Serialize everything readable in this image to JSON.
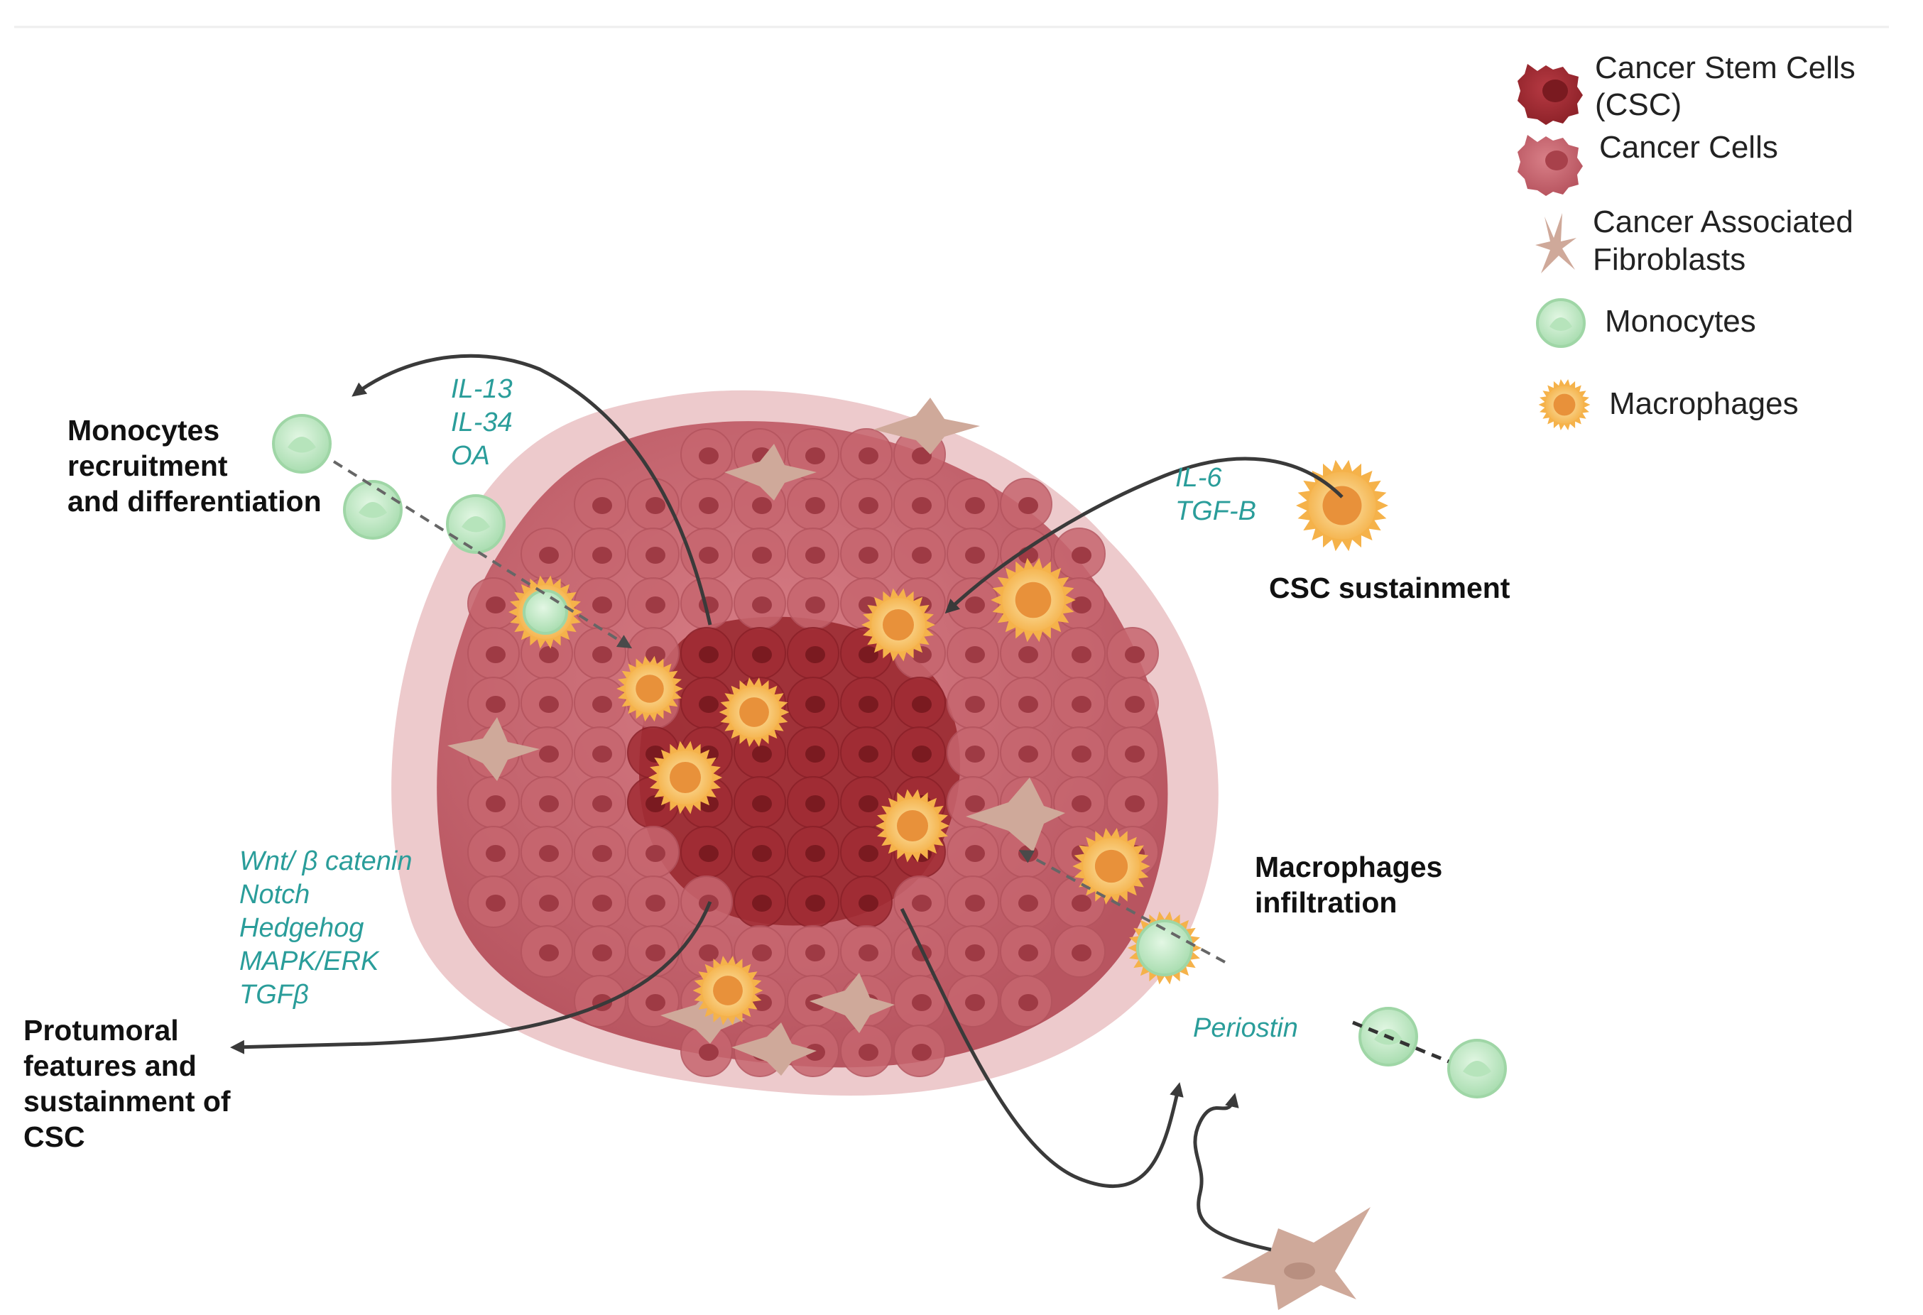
{
  "colors": {
    "csc": "#a8323a",
    "cancer_cell": "#c96a72",
    "fibroblast": "#cfa99a",
    "monocyte": "#c8eccb",
    "macrophage": "#f5b24a",
    "molecule_text": "#2a9d9a",
    "arrow": "#3a3a3a"
  },
  "legend": {
    "items": [
      {
        "icon": "cancer-stem-cell-icon",
        "lines": [
          "Cancer Stem Cells",
          "(CSC)"
        ]
      },
      {
        "icon": "cancer-cell-icon",
        "lines": [
          "Cancer Cells"
        ]
      },
      {
        "icon": "fibroblast-icon",
        "lines": [
          "Cancer Associated",
          "Fibroblasts"
        ]
      },
      {
        "icon": "monocyte-icon",
        "lines": [
          "Monocytes"
        ]
      },
      {
        "icon": "macrophage-icon",
        "lines": [
          "Macrophages"
        ]
      }
    ]
  },
  "labels": {
    "monocyte_recruitment": [
      "Monocytes",
      "recruitment",
      "and differentiation"
    ],
    "csc_sustainment": [
      "CSC sustainment"
    ],
    "macrophages_infiltration": [
      "Macrophages",
      "infiltration"
    ],
    "protumoral": [
      "Protumoral",
      "features and",
      "sustainment of",
      "CSC"
    ]
  },
  "molecules": {
    "recruitment": [
      "IL-13",
      "IL-34",
      "OA"
    ],
    "sustainment": [
      "IL-6",
      "TGF-B"
    ],
    "pathways": [
      "Wnt/ β catenin",
      "Notch",
      "Hedgehog",
      "MAPK/ERK",
      "TGFβ"
    ],
    "infiltration": [
      "Periostin"
    ]
  }
}
